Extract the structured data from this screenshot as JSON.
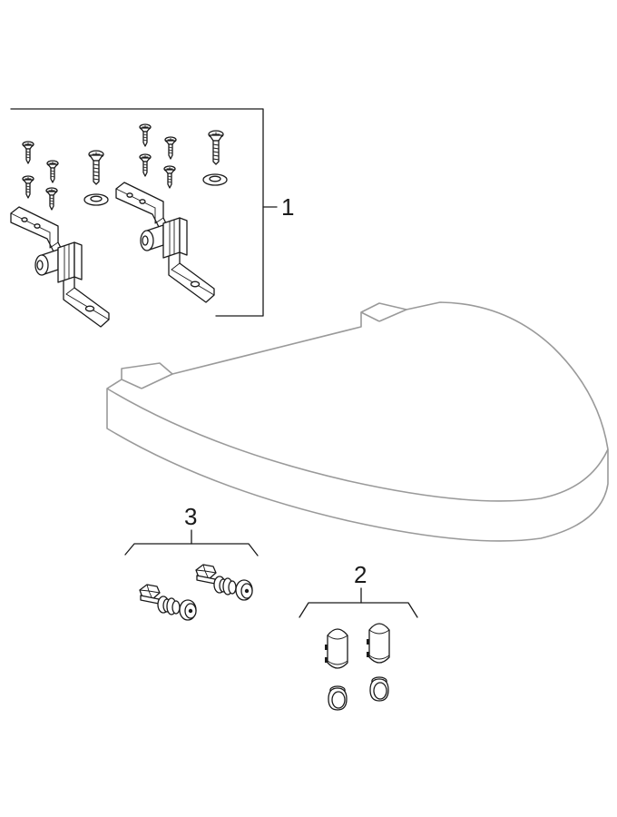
{
  "labels": {
    "part_1": "1",
    "part_2": "2",
    "part_3": "3"
  },
  "colors": {
    "line": "#1a1a1a",
    "seat_outline": "#9a9a9a",
    "background": "#ffffff"
  }
}
